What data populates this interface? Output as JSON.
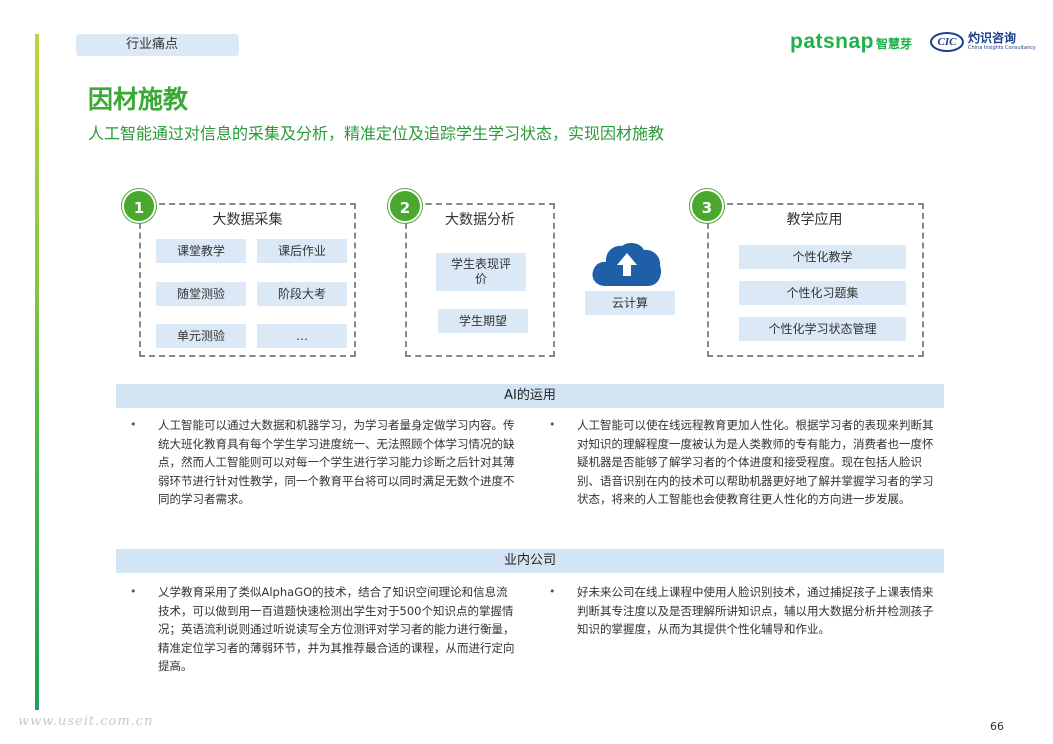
{
  "header": {
    "section_tag": "行业痛点",
    "logo_patsnap_word": "patsnap",
    "logo_patsnap_cn": "智慧芽",
    "logo_cic_mark": "CIC",
    "logo_cic_cn": "灼识咨询",
    "logo_cic_en": "China Insights Consultancy"
  },
  "title": "因材施教",
  "subtitle": "人工智能通过对信息的采集及分析，精准定位及追踪学生学习状态，实现因材施教",
  "diagram": {
    "step1": {
      "number": "1",
      "title": "大数据采集",
      "items": [
        "课堂教学",
        "课后作业",
        "随堂测验",
        "阶段大考",
        "单元测验",
        "…"
      ]
    },
    "step2": {
      "number": "2",
      "title": "大数据分析",
      "items": [
        "学生表现评价",
        "学生期望"
      ]
    },
    "cloud": {
      "label": "云计算",
      "icon": "cloud-upload-icon"
    },
    "step3": {
      "number": "3",
      "title": "教学应用",
      "items": [
        "个性化教学",
        "个性化习题集",
        "个性化学习状态管理"
      ]
    }
  },
  "ai_section": {
    "heading": "AI的运用",
    "left": "人工智能可以通过大数据和机器学习，为学习者量身定做学习内容。传统大班化教育具有每个学生学习进度统一、无法照顾个体学习情况的缺点，然而人工智能则可以对每一个学生进行学习能力诊断之后针对其薄弱环节进行针对性教学，同一个教育平台将可以同时满足无数个进度不同的学习者需求。",
    "right": "人工智能可以使在线远程教育更加人性化。根据学习者的表现来判断其对知识的理解程度一度被认为是人类教师的专有能力，消费者也一度怀疑机器是否能够了解学习者的个体进度和接受程度。现在包括人脸识别、语音识别在内的技术可以帮助机器更好地了解并掌握学习者的学习状态，将来的人工智能也会使教育往更人性化的方向进一步发展。"
  },
  "company_section": {
    "heading": "业内公司",
    "left": "乂学教育采用了类似AlphaGO的技术，结合了知识空间理论和信息流技术，可以做到用一百道题快速检测出学生对于500个知识点的掌握情况；英语流利说则通过听说读写全方位测评对学习者的能力进行衡量，精准定位学习者的薄弱环节，并为其推荐最合适的课程，从而进行定向提高。",
    "right": "好未来公司在线上课程中使用人脸识别技术，通过捕捉孩子上课表情来判断其专注度以及是否理解所讲知识点，辅以用大数据分析并检测孩子知识的掌握度，从而为其提供个性化辅导和作业。"
  },
  "bullet_symbol": "•",
  "watermark": "www.useit.com.cn",
  "page_number": "66",
  "colors": {
    "accent_green": "#3aa935",
    "chip_blue": "#dbe9f6",
    "band_blue": "#d3e5f4",
    "cloud_blue": "#1f5fa8",
    "brand_cic": "#1e3f8a"
  }
}
